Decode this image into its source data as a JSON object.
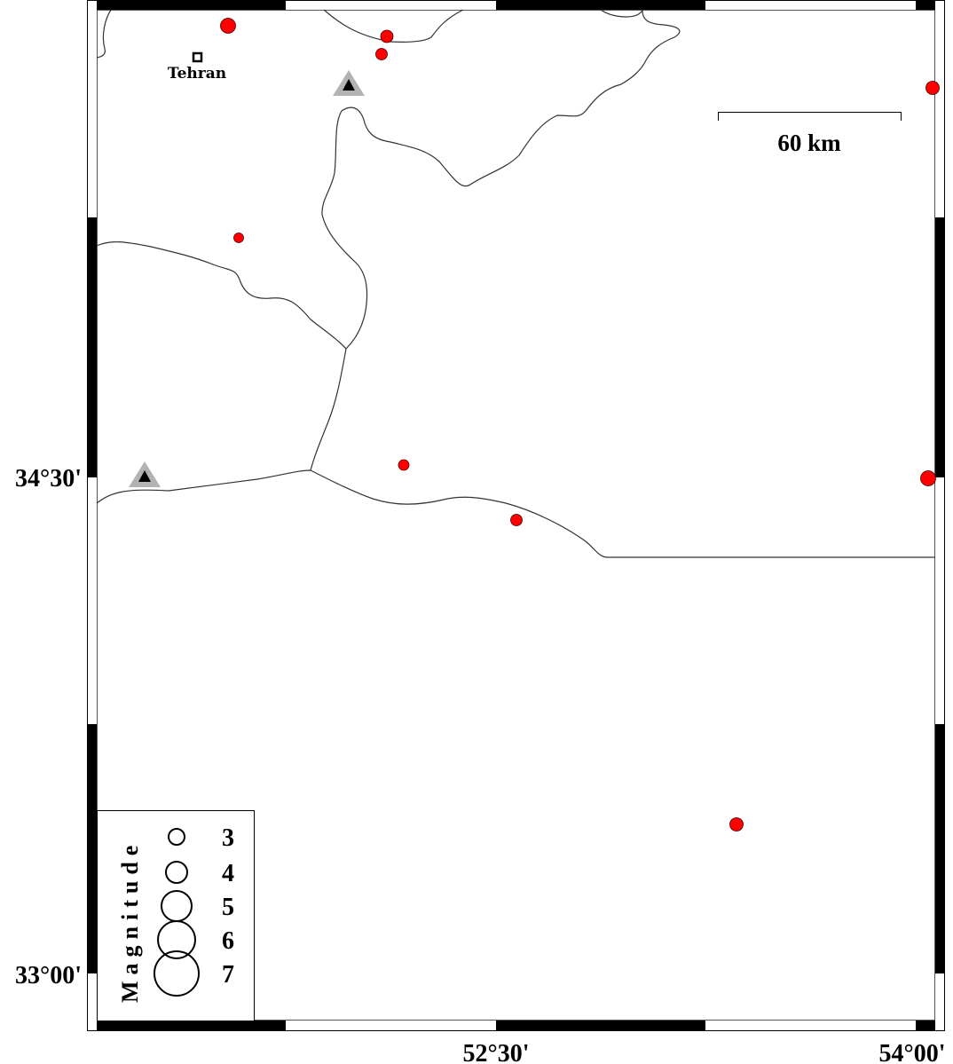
{
  "map": {
    "city": {
      "name": "Tehran",
      "icon": "square-city-icon"
    },
    "scale_bar": {
      "label": "60 km"
    },
    "axis": {
      "x_labels": [
        "52°30'",
        "54°00'"
      ],
      "y_labels": [
        "34°30'",
        "33°00'"
      ]
    },
    "legend": {
      "title": "Magnitude",
      "entries": [
        "3",
        "4",
        "5",
        "6",
        "7"
      ]
    },
    "colors": {
      "earthquake": "#ff0000",
      "station_outer": "#b3b3b3",
      "station_inner": "#000000"
    }
  }
}
